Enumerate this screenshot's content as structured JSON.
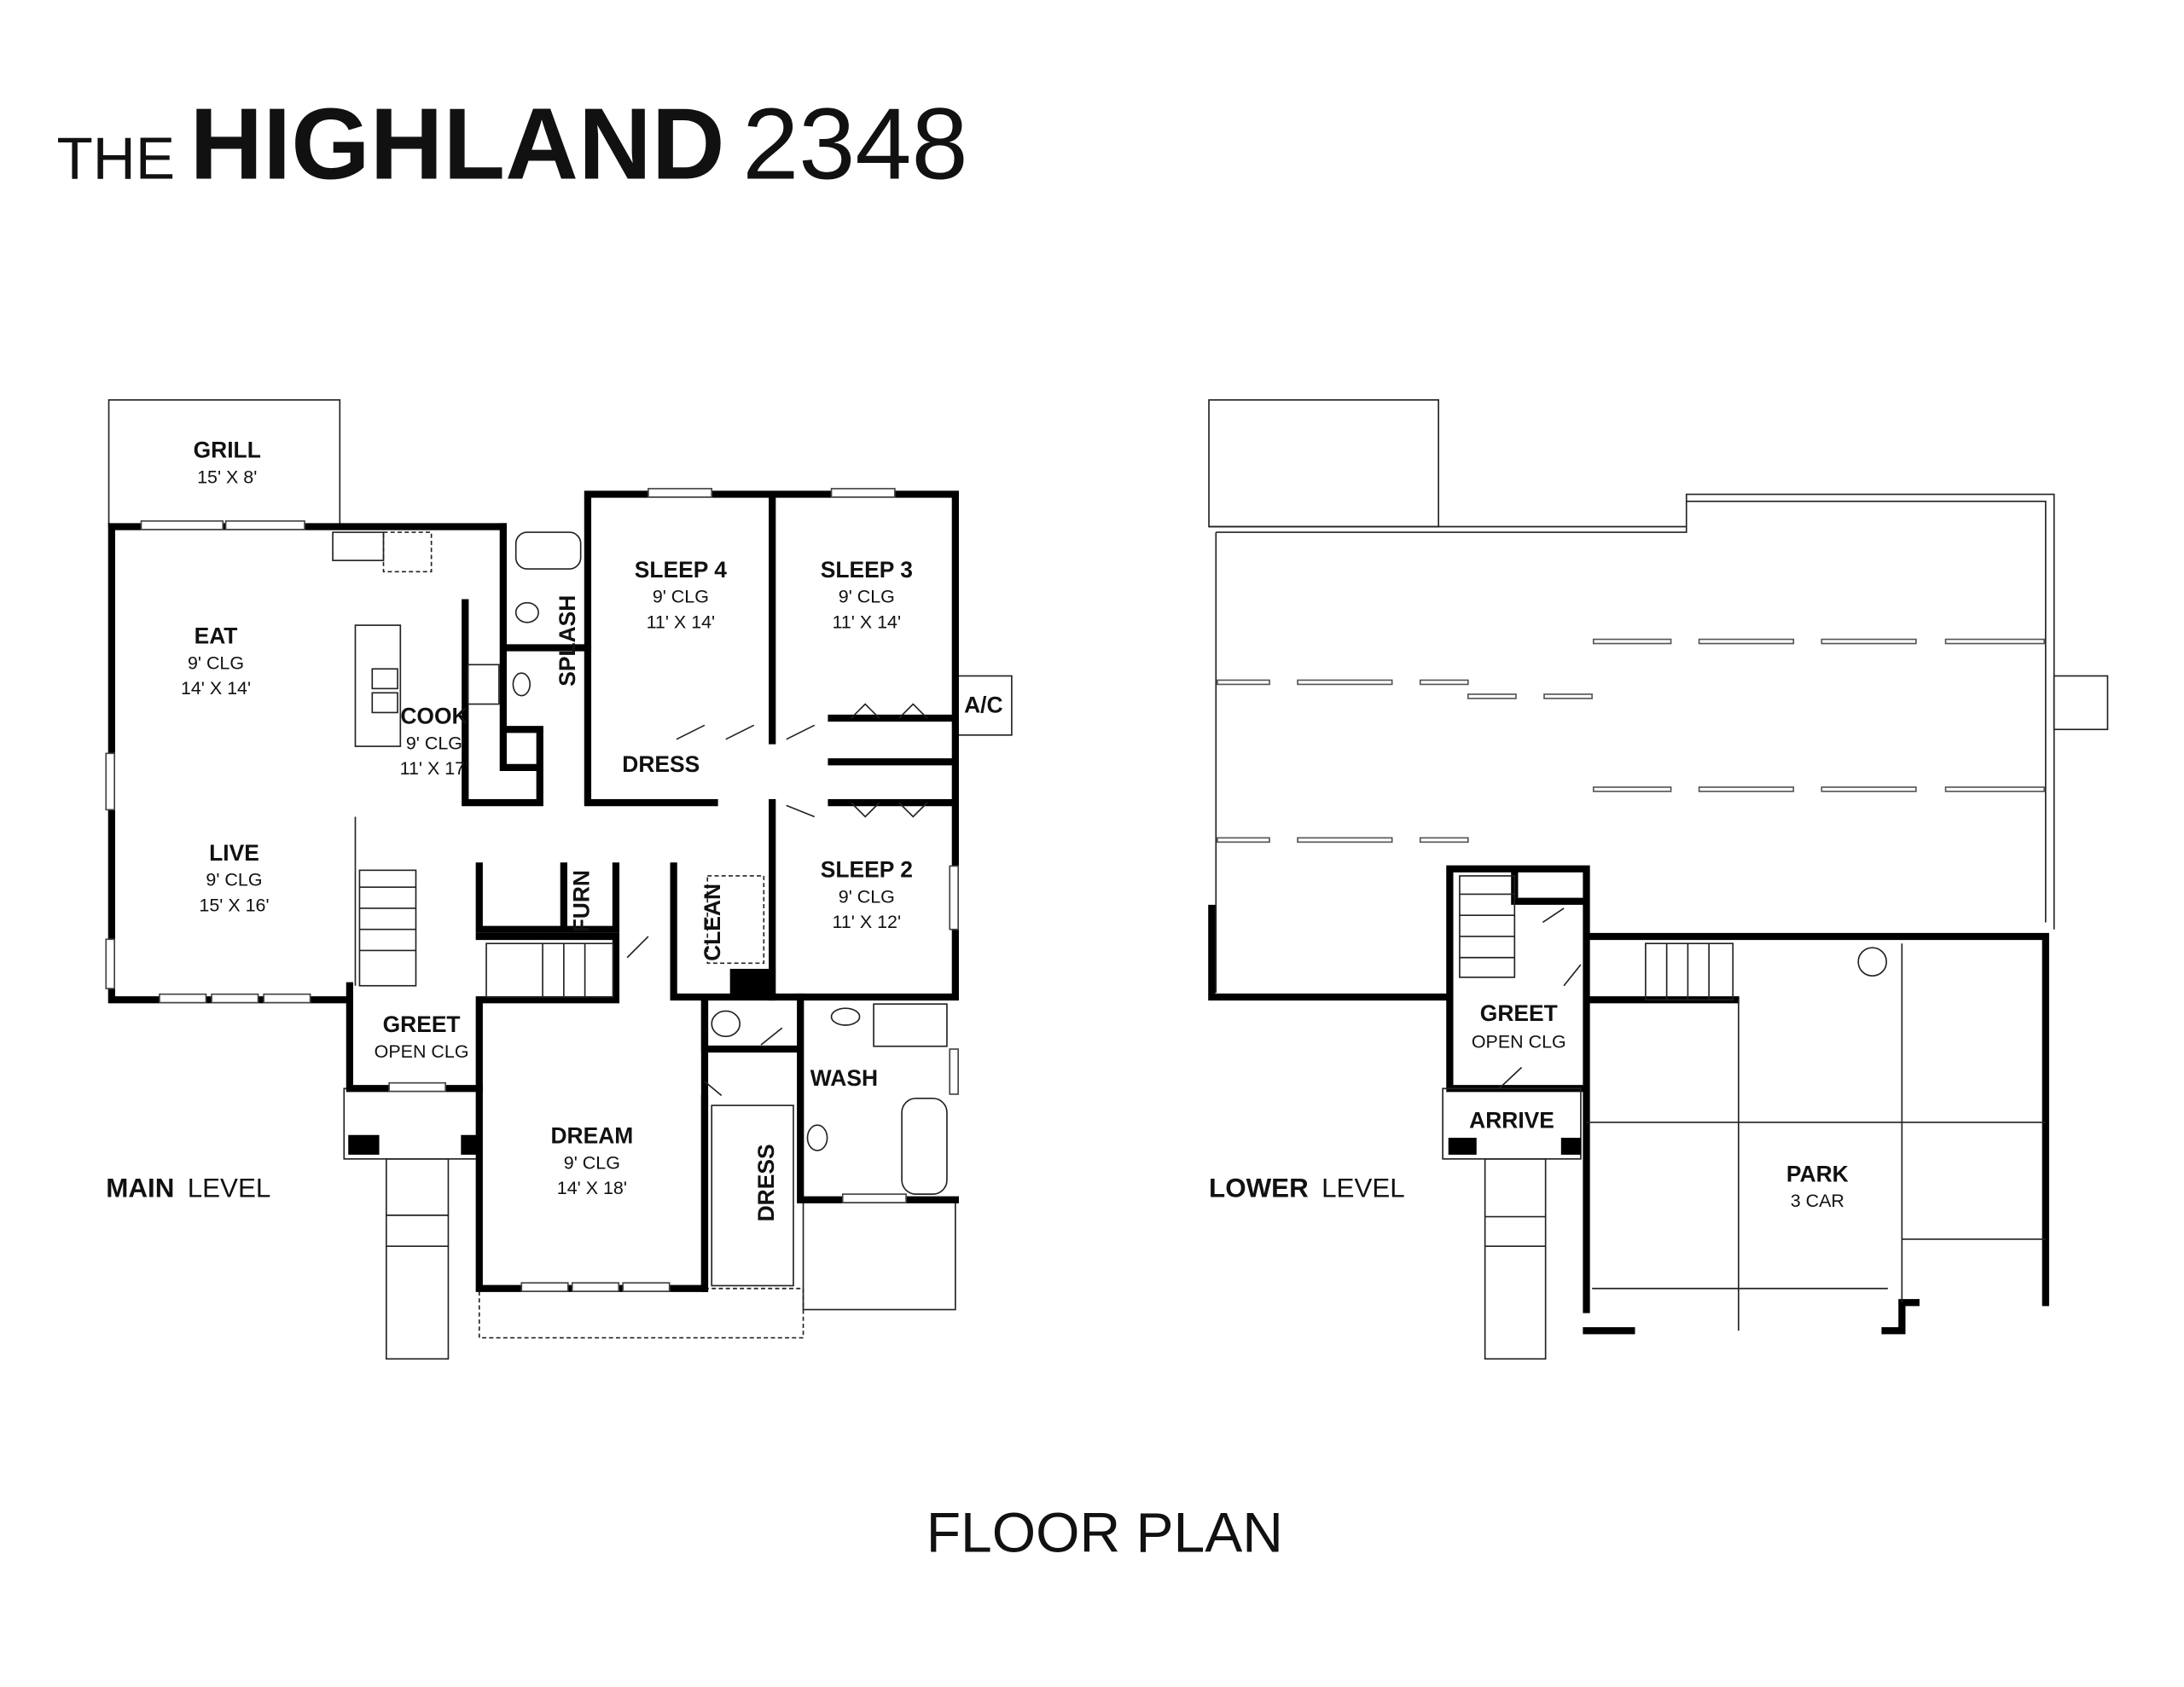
{
  "title": {
    "prefix": "THE",
    "name": "HIGHLAND",
    "number": "2348"
  },
  "footer": "FLOOR PLAN",
  "main_level": {
    "label_bold": "MAIN",
    "label_rest": "LEVEL",
    "rooms": {
      "grill": {
        "name": "GRILL",
        "size": "15' X 8'"
      },
      "eat": {
        "name": "EAT",
        "ceiling": "9' CLG",
        "size": "14' X 14'"
      },
      "cook": {
        "name": "COOK",
        "ceiling": "9' CLG",
        "size": "11' X 17'"
      },
      "live": {
        "name": "LIVE",
        "ceiling": "9' CLG",
        "size": "15' X 16'"
      },
      "splash": {
        "name": "SPLASH"
      },
      "sleep4": {
        "name": "SLEEP 4",
        "ceiling": "9' CLG",
        "size": "11' X 14'"
      },
      "sleep3": {
        "name": "SLEEP 3",
        "ceiling": "9' CLG",
        "size": "11' X 14'"
      },
      "dress1": {
        "name": "DRESS"
      },
      "ac": {
        "name": "A/C"
      },
      "sleep2": {
        "name": "SLEEP 2",
        "ceiling": "9' CLG",
        "size": "11' X 12'"
      },
      "clean": {
        "name": "CLEAN"
      },
      "furn": {
        "name": "FURN"
      },
      "greet": {
        "name": "GREET",
        "ceiling": "OPEN CLG"
      },
      "wash": {
        "name": "WASH"
      },
      "dream": {
        "name": "DREAM",
        "ceiling": "9' CLG",
        "size": "14' X 18'"
      },
      "dress2": {
        "name": "DRESS"
      }
    }
  },
  "lower_level": {
    "label_bold": "LOWER",
    "label_rest": "LEVEL",
    "rooms": {
      "greet": {
        "name": "GREET",
        "ceiling": "OPEN CLG"
      },
      "arrive": {
        "name": "ARRIVE"
      },
      "park": {
        "name": "PARK",
        "size": "3 CAR"
      }
    }
  }
}
